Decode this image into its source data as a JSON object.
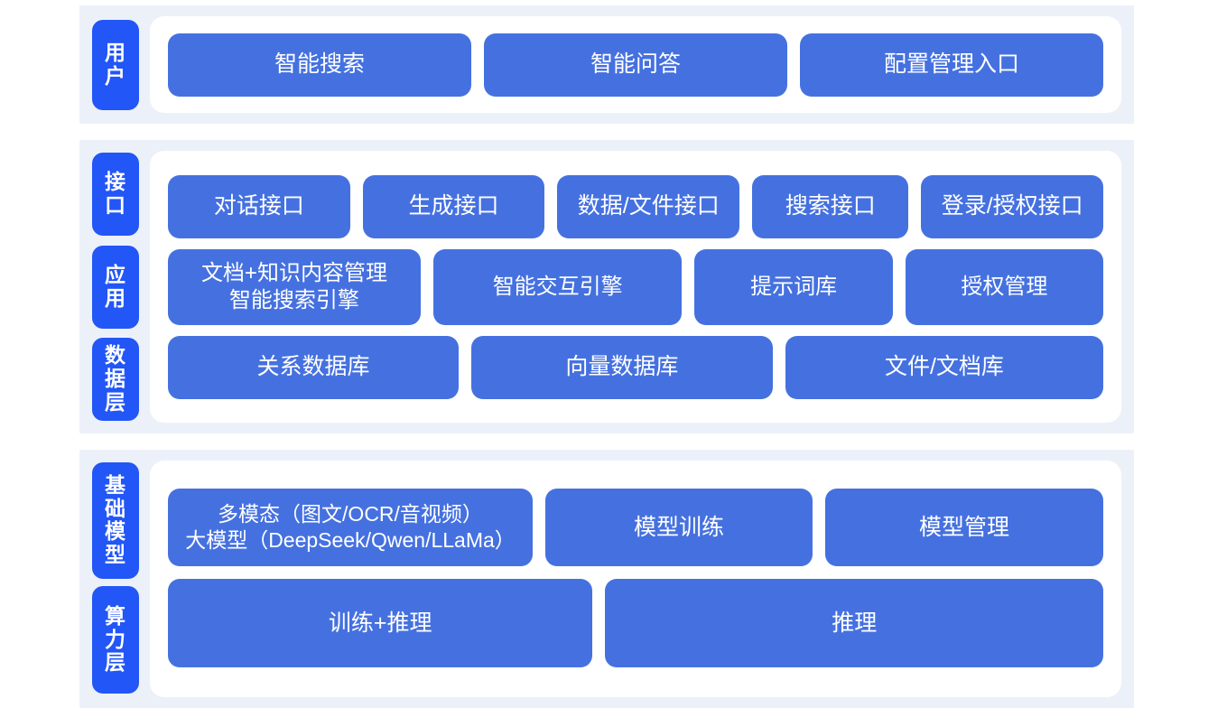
{
  "theme": {
    "page_background": "#ffffff",
    "band_background": "#ecf1f9",
    "card_background": "#ffffff",
    "label_chip_color": "#2256f6",
    "box_color": "#4571e0",
    "box_text_color": "#ffffff"
  },
  "tiers": [
    {
      "id": "user",
      "labels": [
        "用户"
      ],
      "rows": [
        {
          "id": "user-entries",
          "boxes": [
            {
              "label": "智能搜索",
              "flex": 1
            },
            {
              "label": "智能问答",
              "flex": 1
            },
            {
              "label": "配置管理入口",
              "flex": 1
            }
          ]
        }
      ]
    },
    {
      "id": "middle",
      "labels": [
        "接口",
        "应用",
        "数据层"
      ],
      "rows": [
        {
          "id": "interface",
          "boxes": [
            {
              "label": "对话接口",
              "flex": 1.02
            },
            {
              "label": "生成接口",
              "flex": 1.02
            },
            {
              "label": "数据/文件接口",
              "flex": 1.02
            },
            {
              "label": "搜索接口",
              "flex": 0.86
            },
            {
              "label": "登录/授权接口",
              "flex": 1.02
            }
          ]
        },
        {
          "id": "application",
          "boxes": [
            {
              "label": "文档+知识内容管理\n智能搜索引擎",
              "flex": 1.2
            },
            {
              "label": "智能交互引擎",
              "flex": 1.18
            },
            {
              "label": "提示词库",
              "flex": 0.92
            },
            {
              "label": "授权管理",
              "flex": 0.92
            }
          ]
        },
        {
          "id": "data",
          "boxes": [
            {
              "label": "关系数据库",
              "flex": 1
            },
            {
              "label": "向量数据库",
              "flex": 1.04
            },
            {
              "label": "文件/文档库",
              "flex": 1.1
            }
          ]
        }
      ]
    },
    {
      "id": "bottom",
      "labels": [
        "基础模型",
        "算力层"
      ],
      "rows": [
        {
          "id": "base-model",
          "boxes": [
            {
              "label": "多模态（图文/OCR/音视频）\n大模型（DeepSeek/Qwen/LLaMa）",
              "flex": 1.28,
              "variant": "multimodal"
            },
            {
              "label": "模型训练",
              "flex": 0.92
            },
            {
              "label": "模型管理",
              "flex": 0.96
            }
          ]
        },
        {
          "id": "compute",
          "boxes": [
            {
              "label": "训练+推理",
              "flex": 1
            },
            {
              "label": "推理",
              "flex": 1.18
            }
          ]
        }
      ]
    }
  ]
}
